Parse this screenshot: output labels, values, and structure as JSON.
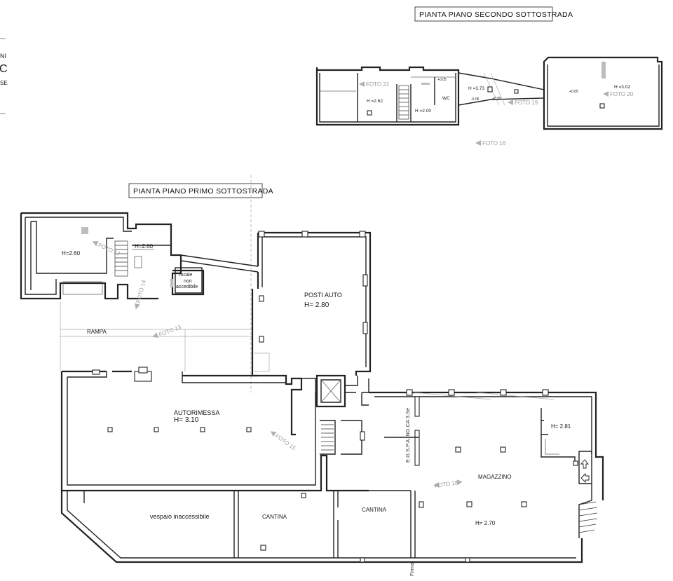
{
  "titles": {
    "second_basement": "PIANTA PIANO SECONDO SOTTOSTRADA",
    "first_basement": "PIANTA PIANO PRIMO SOTTOSTRADA"
  },
  "second_floor": {
    "heights": [
      "H =2.62",
      "H =2.00",
      "H =3.73",
      "H =3.02"
    ],
    "wc": "WC",
    "small_marks": [
      "+0.05",
      "-0.05",
      "+0.05",
      "+0.05"
    ],
    "photos": [
      "FOTO 21",
      "FOTO 19",
      "FOTO 20",
      "FOTO 16"
    ]
  },
  "first_floor": {
    "h_room_left": "H=2.60",
    "h_room_small": "H=2.60",
    "locale_line1": "locale",
    "locale_line2": "non",
    "locale_line3": "accedibile",
    "posti_auto": "POSTI AUTO",
    "posti_auto_h": "H=  2.80",
    "rampa": "RAMPA",
    "autorimessa": "AUTORIMESSA",
    "autorimessa_h": "H=  3.10",
    "magazzino": "MAGAZZINO",
    "magazzino_h": "H= 2.70",
    "h_small_right": "H= 2.81",
    "vespaio": "vespaio inaccessibile",
    "cantina_left": "CANTINA",
    "cantina_right": "CANTINA",
    "vertical_text": "E.G.S.P.A. NG.CA 3.Se",
    "firma": "Firma",
    "photos": [
      "FOTO 17",
      "FOTO 14",
      "FOTO 13",
      "FOTO 15",
      "FOTO 18"
    ]
  },
  "margin_marks": [
    "NI",
    "C",
    "SE"
  ]
}
